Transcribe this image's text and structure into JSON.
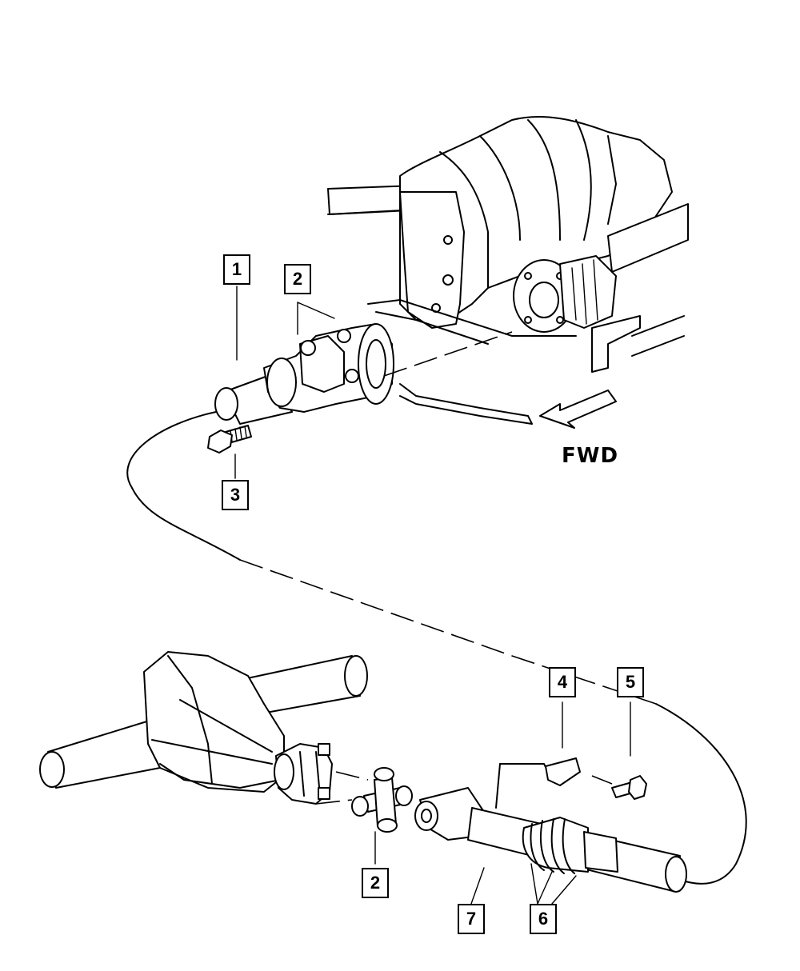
{
  "callouts": {
    "c1": "1",
    "c2_top": "2",
    "c3": "3",
    "c4": "4",
    "c5": "5",
    "c2_bottom": "2",
    "c7": "7",
    "c6": "6"
  },
  "direction_label": "FWD"
}
